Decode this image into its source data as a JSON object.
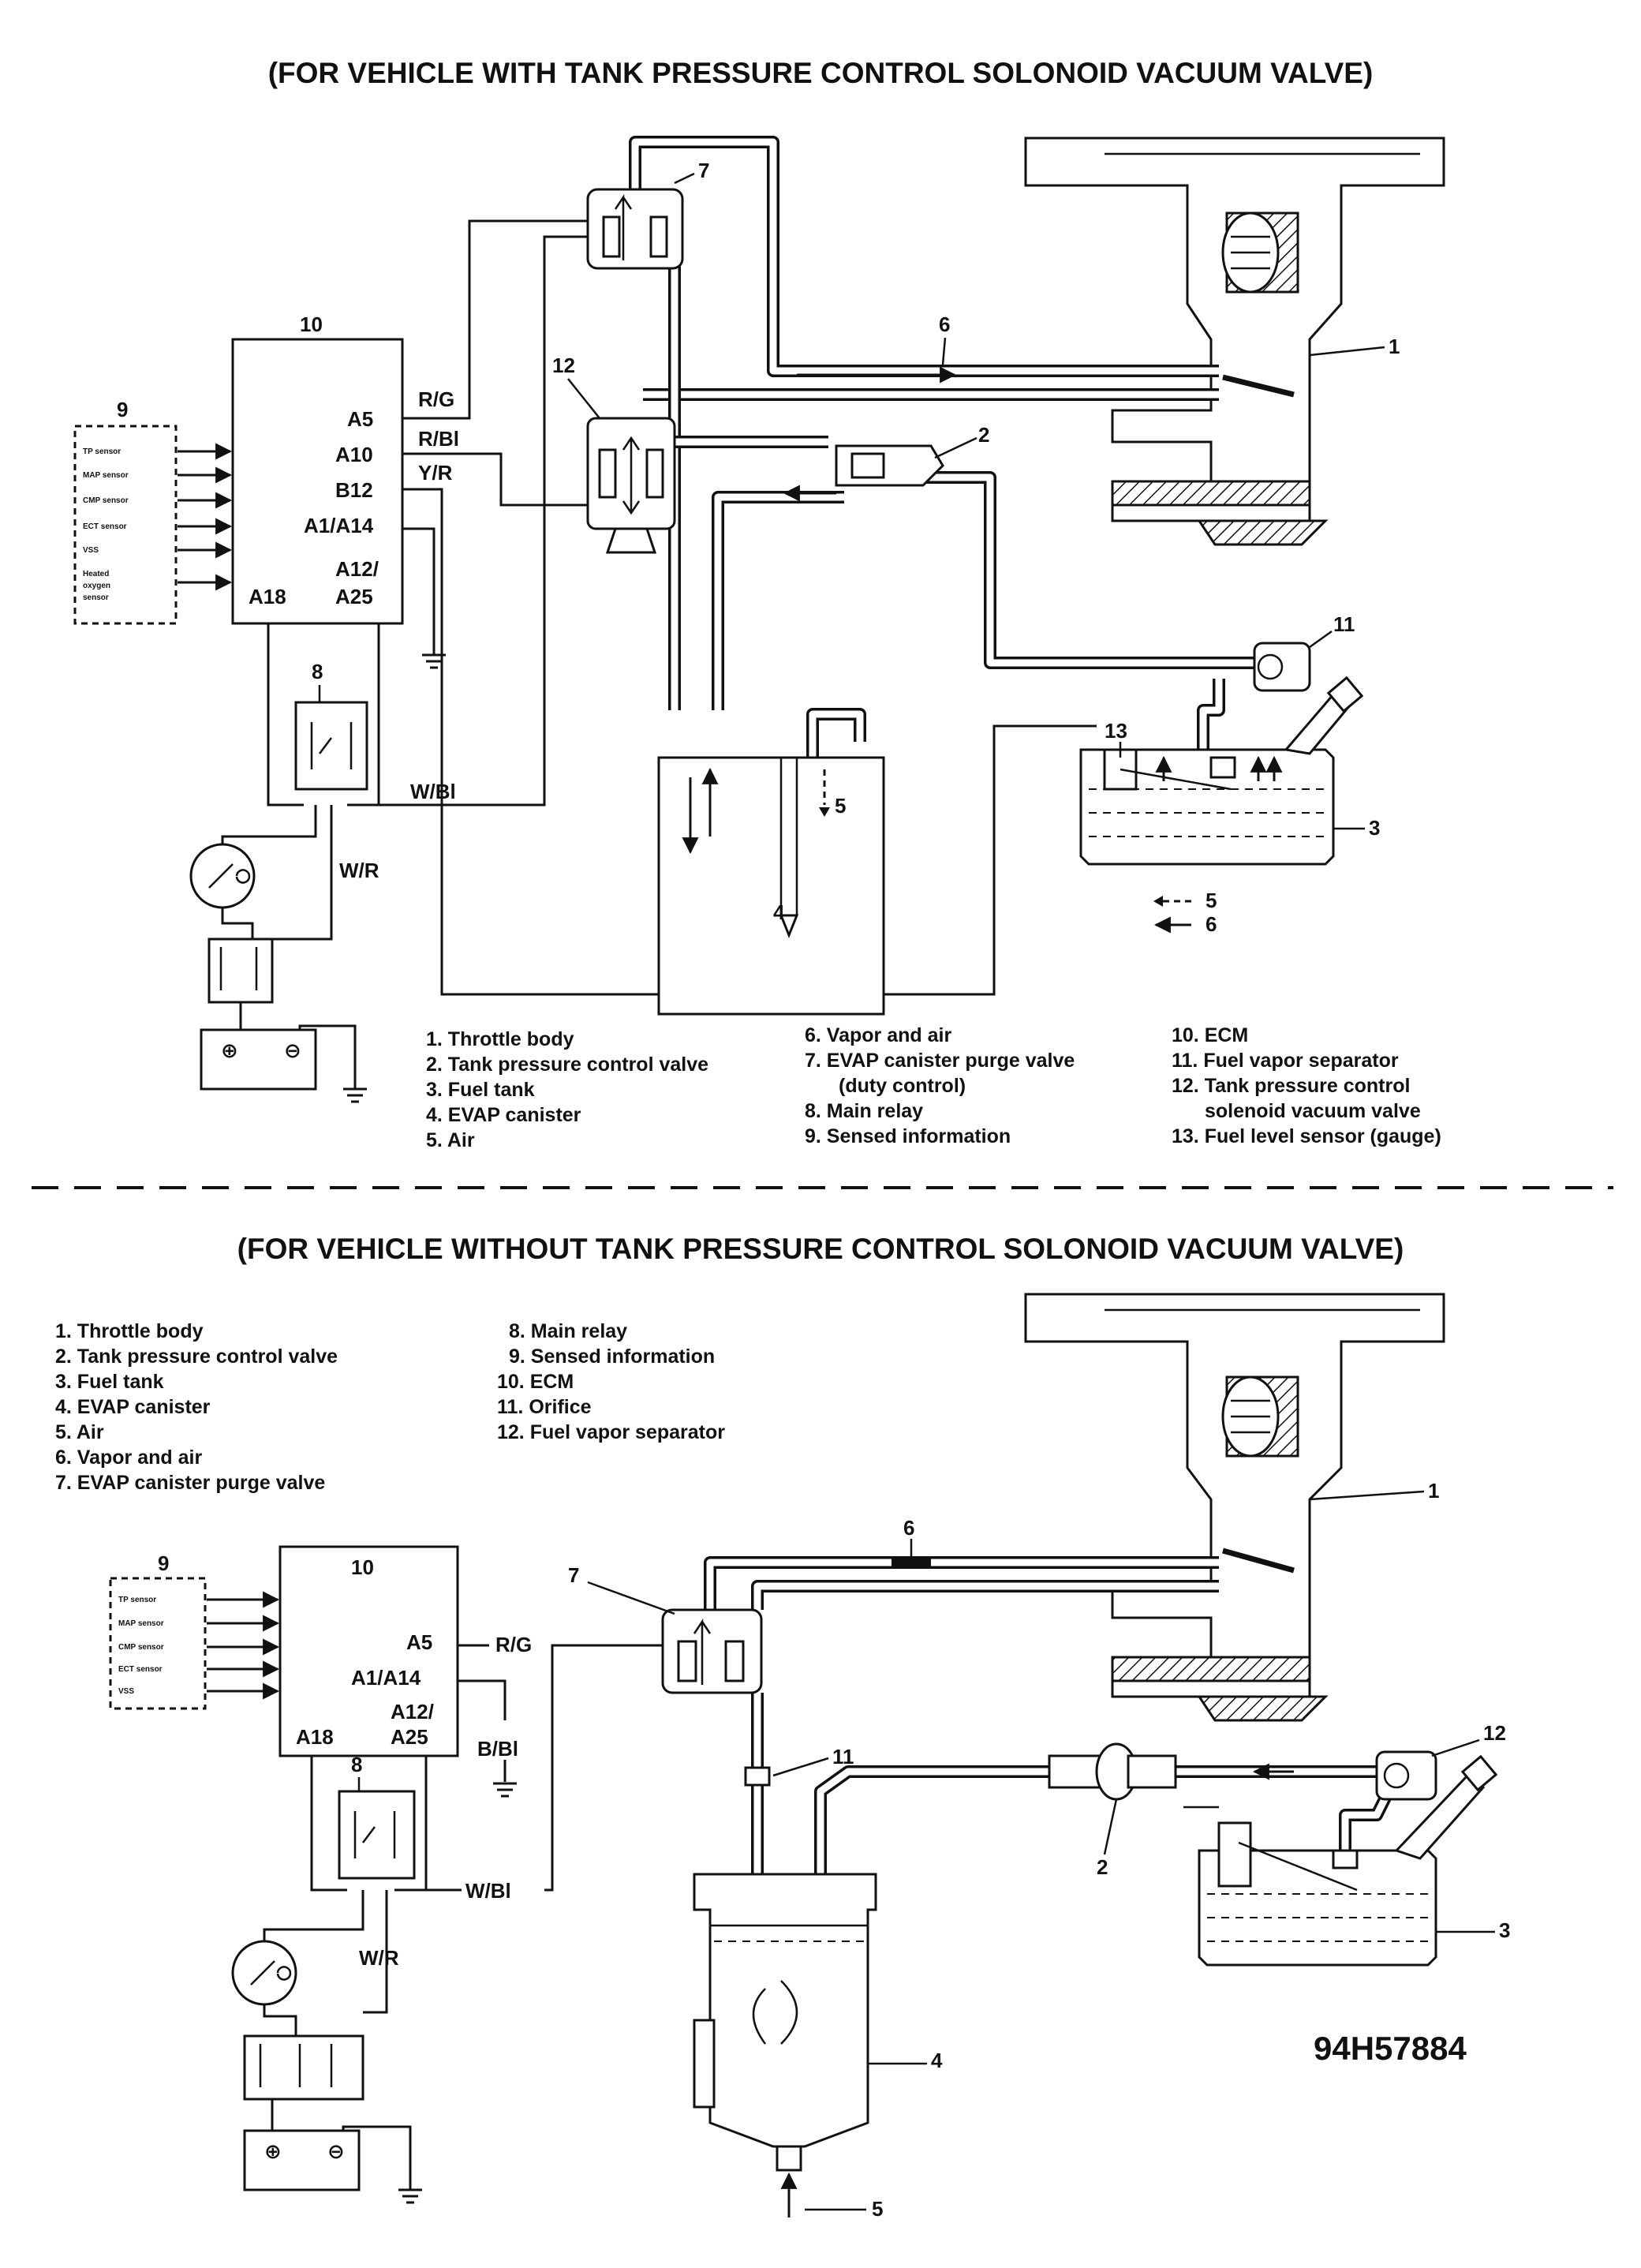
{
  "top": {
    "title": "(FOR VEHICLE WITH TANK PRESSURE CONTROL SOLONOID VACUUM VALVE)",
    "sensed_info": [
      "TP sensor",
      "MAP sensor",
      "CMP sensor",
      "ECT sensor",
      "VSS",
      "Heated",
      "oxygen",
      "sensor"
    ],
    "ecm_pins": {
      "a5": "A5",
      "a10": "A10",
      "b12": "B12",
      "a1a14": "A1/A14",
      "a12": "A12/",
      "a25": "A25",
      "a18": "A18"
    },
    "wires": {
      "rg": "R/G",
      "rbl": "R/Bl",
      "yr": "Y/R",
      "wbl": "W/Bl",
      "wr": "W/R"
    },
    "callouts": {
      "c1": "1",
      "c2": "2",
      "c3": "3",
      "c4": "4",
      "c5": "5",
      "c6": "6",
      "c7": "7",
      "c8": "8",
      "c9": "9",
      "c10": "10",
      "c11": "11",
      "c12": "12",
      "c13": "13"
    },
    "flow_key": {
      "air": "5",
      "vapor": "6"
    },
    "legend": [
      "1. Throttle body",
      "2. Tank pressure control valve",
      "3. Fuel tank",
      "4. EVAP canister",
      "5. Air",
      "6. Vapor and air",
      "7. EVAP canister purge valve",
      "(duty control)",
      "8. Main relay",
      "9. Sensed information",
      "10. ECM",
      "11. Fuel vapor separator",
      "12. Tank pressure control",
      "solenoid vacuum valve",
      "13. Fuel level sensor (gauge)"
    ]
  },
  "bottom": {
    "title": "(FOR VEHICLE WITHOUT TANK PRESSURE CONTROL SOLONOID VACUUM VALVE)",
    "sensed_info": [
      "TP sensor",
      "MAP sensor",
      "CMP sensor",
      "ECT sensor",
      "VSS"
    ],
    "ecm_pins": {
      "a5": "A5",
      "a1a14": "A1/A14",
      "a12": "A12/",
      "a25": "A25",
      "a18": "A18"
    },
    "wires": {
      "rg": "R/G",
      "bbl": "B/Bl",
      "wbl": "W/Bl",
      "wr": "W/R"
    },
    "callouts": {
      "c1": "1",
      "c2": "2",
      "c3": "3",
      "c4": "4",
      "c5": "5",
      "c6": "6",
      "c7": "7",
      "c8": "8",
      "c9": "9",
      "c10": "10",
      "c11": "11",
      "c12": "12"
    },
    "legend": [
      "1. Throttle body",
      "2. Tank pressure control valve",
      "3. Fuel tank",
      "4. EVAP canister",
      "5. Air",
      "6. Vapor and air",
      "7. EVAP canister purge valve",
      "8. Main relay",
      "9. Sensed information",
      "10. ECM",
      "11. Orifice",
      "12. Fuel vapor separator"
    ],
    "figure_code": "94H57884"
  }
}
